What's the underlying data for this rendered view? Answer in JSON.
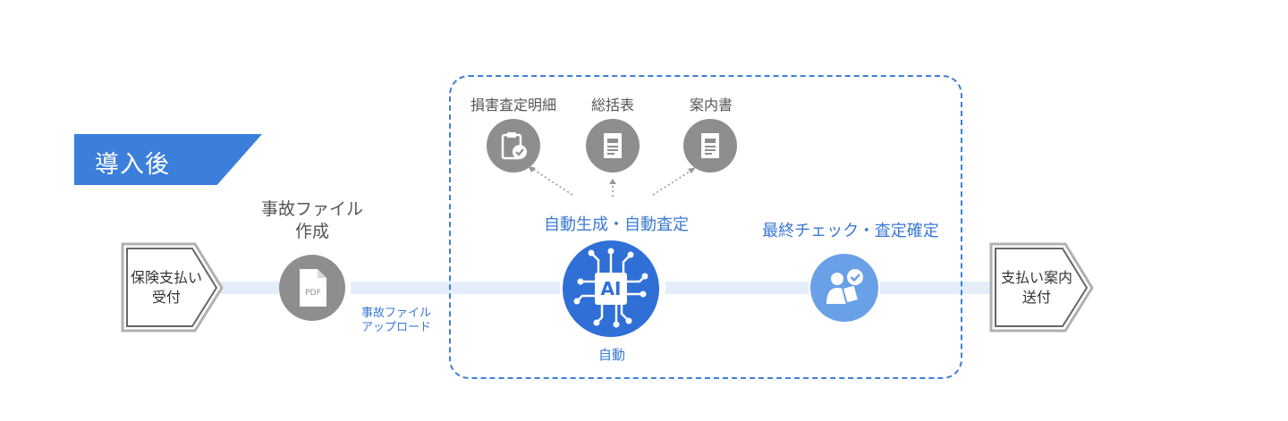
{
  "banner": {
    "label": "導入後"
  },
  "start_node": {
    "line1": "保険支払い",
    "line2": "受付"
  },
  "end_node": {
    "line1": "支払い案内",
    "line2": "送付"
  },
  "file_step": {
    "title_line1": "事故ファイル",
    "title_line2": "作成",
    "icon_text": "PDF",
    "upload_line1": "事故ファイル",
    "upload_line2": "アップロード"
  },
  "ai_step": {
    "title": "自動生成・自動査定",
    "icon_text": "AI",
    "caption": "自動"
  },
  "outputs": [
    {
      "label": "損害査定明細"
    },
    {
      "label": "総括表"
    },
    {
      "label": "案内書"
    }
  ],
  "final_step": {
    "title": "最終チェック・査定確定"
  },
  "colors": {
    "accent": "#3c7fdb",
    "ai_circle": "#2f6fd6",
    "check_circle": "#6aa0e6",
    "gray_circle": "#8e8e8e"
  }
}
